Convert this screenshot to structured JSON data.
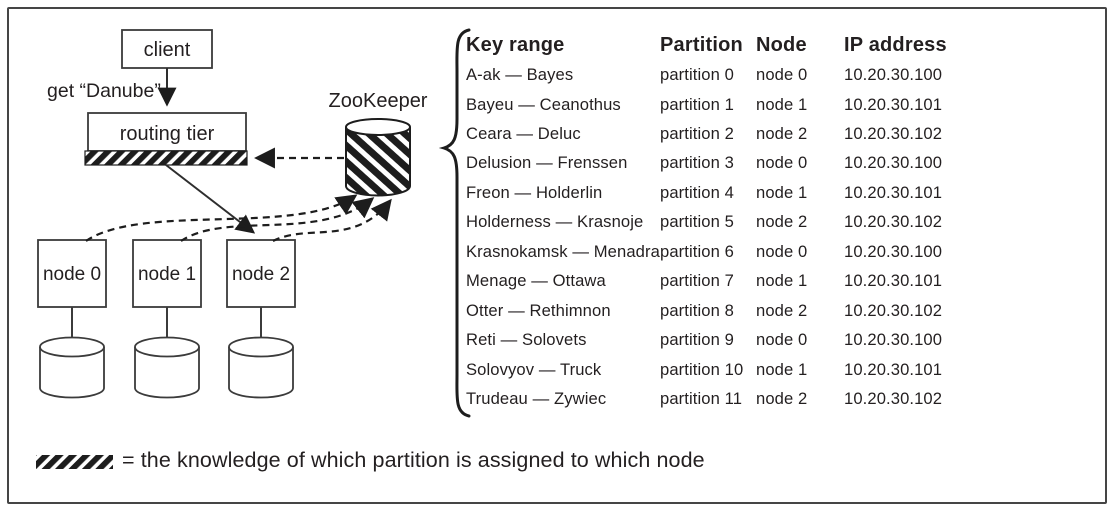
{
  "figure": {
    "description_colors": {
      "ink": "#231f20",
      "line": "#2e2e2e",
      "frame_border": "#454545"
    }
  },
  "diagram": {
    "client_label": "client",
    "request_label": "get “Danube”",
    "routing_tier_label": "routing tier",
    "zookeeper_label": "ZooKeeper",
    "nodes": [
      {
        "label": "node 0"
      },
      {
        "label": "node 1"
      },
      {
        "label": "node 2"
      }
    ]
  },
  "table": {
    "headers": {
      "key_range": "Key range",
      "partition": "Partition",
      "node": "Node",
      "ip": "IP address"
    },
    "rows": [
      {
        "key_range": "A-ak — Bayes",
        "partition": "partition 0",
        "node": "node 0",
        "ip": "10.20.30.100"
      },
      {
        "key_range": "Bayeu — Ceanothus",
        "partition": "partition 1",
        "node": "node 1",
        "ip": "10.20.30.101"
      },
      {
        "key_range": "Ceara — Deluc",
        "partition": "partition 2",
        "node": "node 2",
        "ip": "10.20.30.102"
      },
      {
        "key_range": "Delusion — Frenssen",
        "partition": "partition 3",
        "node": "node 0",
        "ip": "10.20.30.100"
      },
      {
        "key_range": "Freon — Holderlin",
        "partition": "partition 4",
        "node": "node 1",
        "ip": "10.20.30.101"
      },
      {
        "key_range": "Holderness — Krasnoje",
        "partition": "partition 5",
        "node": "node 2",
        "ip": "10.20.30.102"
      },
      {
        "key_range": "Krasnokamsk — Menadra",
        "partition": "partition 6",
        "node": "node 0",
        "ip": "10.20.30.100"
      },
      {
        "key_range": "Menage — Ottawa",
        "partition": "partition 7",
        "node": "node 1",
        "ip": "10.20.30.101"
      },
      {
        "key_range": "Otter — Rethimnon",
        "partition": "partition 8",
        "node": "node 2",
        "ip": "10.20.30.102"
      },
      {
        "key_range": "Reti — Solovets",
        "partition": "partition 9",
        "node": "node 0",
        "ip": "10.20.30.100"
      },
      {
        "key_range": "Solovyov — Truck",
        "partition": "partition 10",
        "node": "node 1",
        "ip": "10.20.30.101"
      },
      {
        "key_range": "Trudeau — Zywiec",
        "partition": "partition 11",
        "node": "node 2",
        "ip": "10.20.30.102"
      }
    ]
  },
  "legend": {
    "text": "= the knowledge of which partition is assigned to which node"
  }
}
